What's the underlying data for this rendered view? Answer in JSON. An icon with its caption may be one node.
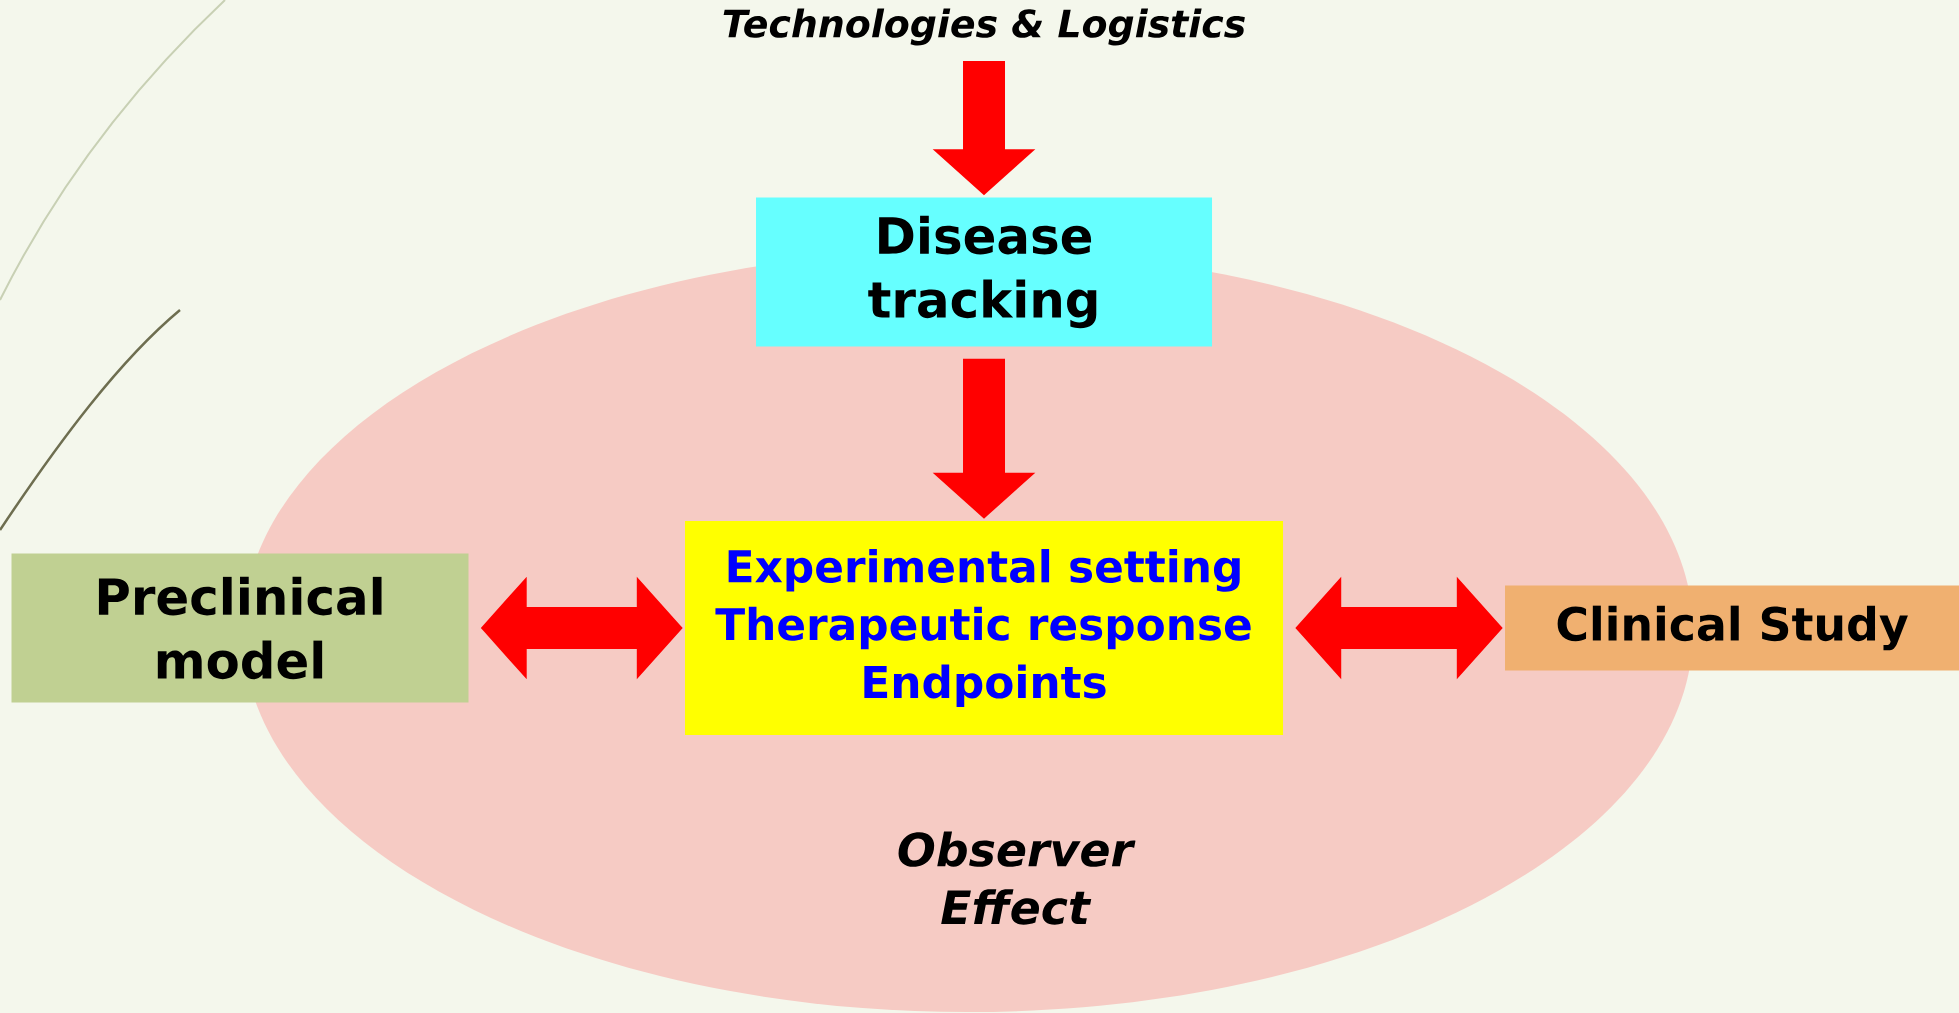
{
  "diagram": {
    "nodes": [
      {
        "text": [
          "Observer Effect"
        ]
      },
      {
        "text": [
          "Technologies & Logistics"
        ]
      },
      {
        "text": [
          "Disease tracking"
        ]
      },
      {
        "text": [
          "Experimental setting",
          "Therapeutic response",
          "Endpoints"
        ],
        "in": 0
      },
      {
        "text": [
          "Preclinical model"
        ]
      },
      {
        "text": [
          "Clinical Study"
        ]
      }
    ],
    "edges": [
      {
        "from": 1,
        "to": 2,
        "arrow": "to"
      },
      {
        "from": 2,
        "to": 3,
        "arrow": "to"
      },
      {
        "from": 4,
        "to": 3,
        "arrow": "both"
      },
      {
        "from": 3,
        "to": 5,
        "arrow": "both"
      }
    ]
  }
}
